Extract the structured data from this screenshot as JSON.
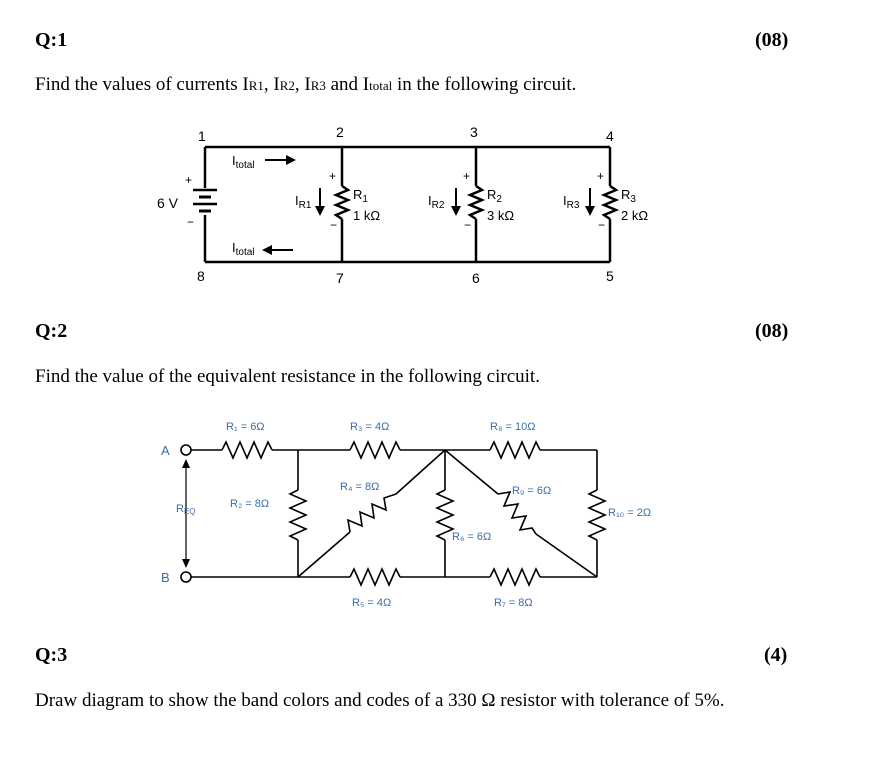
{
  "q1": {
    "label": "Q:1",
    "marks": "(08)",
    "text_prefix": "Find the values of currents I",
    "sub_r1": "R1",
    "sep1": ", I",
    "sub_r2": "R2",
    "sep2": ", I",
    "sub_r3": "R3",
    "sep3": " and I",
    "sub_total": "total",
    "text_suffix": " in the following circuit.",
    "circuit": {
      "nodes": [
        "1",
        "2",
        "3",
        "4",
        "5",
        "6",
        "7",
        "8"
      ],
      "source": "6 V",
      "itotal_top": "I",
      "itotal_bottom": "I",
      "itotal_sub": "total",
      "ir": "I",
      "ir1_sub": "R1",
      "ir2_sub": "R2",
      "ir3_sub": "R3",
      "r1_name": "R",
      "r1_sub": "1",
      "r1_value": "1 kΩ",
      "r2_name": "R",
      "r2_sub": "2",
      "r2_value": "3 kΩ",
      "r3_name": "R",
      "r3_sub": "3",
      "r3_value": "2 kΩ",
      "plus": "+",
      "minus": "−"
    }
  },
  "q2": {
    "label": "Q:2",
    "marks": "(08)",
    "text": "Find the value of the equivalent resistance in the following circuit.",
    "circuit": {
      "a": "A",
      "b": "B",
      "req": "R",
      "req_sub": "EQ",
      "r1": "R₁ = 6Ω",
      "r2": "R₂ = 8Ω",
      "r3": "R₃ = 4Ω",
      "r4": "R₄ = 8Ω",
      "r5": "R₅ = 4Ω",
      "r6": "R₆ = 6Ω",
      "r7": "R₇ = 8Ω",
      "r8": "R₈ = 10Ω",
      "r9": "R₉ = 6Ω",
      "r10": "R₁₀ = 2Ω"
    }
  },
  "q3": {
    "label": "Q:3",
    "marks": "(4)",
    "text": "Draw diagram to show the band colors and codes of a 330 Ω resistor with tolerance of 5%."
  }
}
